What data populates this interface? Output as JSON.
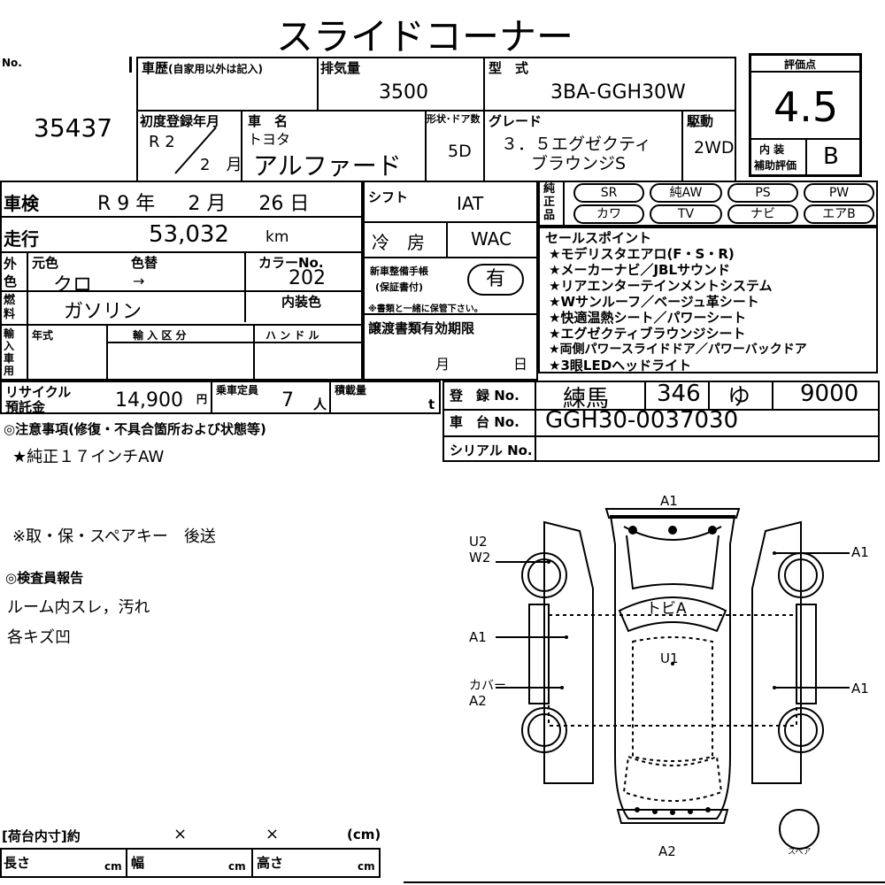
{
  "title": "スライドコーナー",
  "lot": {
    "no_label": "No.",
    "number": "35437"
  },
  "history": {
    "label": "車歴",
    "note": "(自家用以外は記入)"
  },
  "displacement": {
    "label": "排気量",
    "value": "3500"
  },
  "model": {
    "label": "型　式",
    "value": "3BA-GGH30W"
  },
  "score": {
    "label": "評価点",
    "value": "4.5",
    "interior_label_1": "内 装",
    "interior_label_2": "補助評価",
    "interior_value": "B"
  },
  "first_reg": {
    "label": "初度登録年月",
    "era_year": "R 2",
    "month": "2",
    "month_unit": "月"
  },
  "car_name": {
    "label": "車　名",
    "maker": "トヨタ",
    "name": "アルファード"
  },
  "doors": {
    "label": "形状･ドア数",
    "value": "5D"
  },
  "grade": {
    "label": "グレード",
    "line1": "３．５エグゼクティ",
    "line2": "ブラウンジS"
  },
  "drive": {
    "label": "駆動",
    "value": "2WD"
  },
  "inspection": {
    "label": "車検",
    "era": "R",
    "year": "9",
    "year_unit": "年",
    "month": "2",
    "month_unit": "月",
    "day": "26",
    "day_unit": "日"
  },
  "mileage": {
    "label": "走行",
    "value": "53,032",
    "unit": "km"
  },
  "shift": {
    "label": "シフト",
    "value": "IAT"
  },
  "ac": {
    "label": "冷　房",
    "value": "WAC"
  },
  "equipment": {
    "label": "純正品",
    "items": [
      "SR",
      "純AW",
      "PS",
      "PW",
      "カワ",
      "TV",
      "ナビ",
      "エアB"
    ]
  },
  "color": {
    "side_label": "外色",
    "orig_label": "元色",
    "change_label": "色替",
    "orig_value": "クロ",
    "change_value": "→",
    "code_label": "カラーNo.",
    "code_value": "202",
    "interior_label": "内装色"
  },
  "fuel": {
    "label": "燃料",
    "value": "ガソリン"
  },
  "new_car_warranty": {
    "label1": "新車整備手帳",
    "label2": "(保証書付)",
    "value": "有",
    "note": "※書類と一緒に保管下さい。"
  },
  "selling_points": {
    "label": "セールスポイント",
    "items": [
      "★モデリスタエアロ(F・S・R)",
      "★メーカーナビ／JBLサウンド",
      "★リアエンターテインメントシステム",
      "★Wサンルーフ／ベージュ革シート",
      "★快適温熱シート／パワーシート",
      "★エグゼクティブラウンジシート",
      "★両側パワースライドドア／パワーバックドア",
      "★3眼LEDヘッドライト"
    ]
  },
  "import": {
    "label": "輸入車用",
    "year_label": "年式",
    "class_label": "輸 入 区 分",
    "handle_label": "ハ ン ド ル"
  },
  "transfer_docs": {
    "label": "譲渡書類有効期限",
    "month": "月",
    "day": "日"
  },
  "recycle": {
    "label1": "リサイクル",
    "label2": "預託金",
    "value": "14,900",
    "unit": "円"
  },
  "capacity": {
    "label": "乗車定員",
    "value": "7",
    "unit": "人"
  },
  "load": {
    "label": "積載量",
    "unit": "t"
  },
  "registration": {
    "label": "登　録 No.",
    "area": "練馬",
    "class": "346",
    "kana": "ゆ",
    "number": "9000"
  },
  "chassis": {
    "label": "車　台 No.",
    "value": "GGH30-0037030"
  },
  "serial": {
    "label": "シリアル No."
  },
  "notes": {
    "heading": "◎注意事項(修復・不具合箇所および状態等)",
    "item1": "★純正１７インチAW",
    "item2": "※取・保・スペアキー　後送",
    "inspector_heading": "◎検査員報告",
    "inspector1": "ルーム内スレ，汚れ",
    "inspector2": "各キズ凹"
  },
  "cargo": {
    "label": "[荷台内寸]約",
    "x1": "×",
    "x2": "×",
    "unit": "(cm)",
    "length": "長さ",
    "width": "幅",
    "height": "高さ",
    "cm": "cm"
  },
  "diagram": {
    "front": "A1",
    "rear": "A2",
    "left_front": "U2",
    "left_front2": "W2",
    "left_mid": "A1",
    "left_rear1": "カバー",
    "left_rear2": "A2",
    "right_front": "A1",
    "right_rear": "A1",
    "center": "U1",
    "windshield": "トビA",
    "spare": "スペア"
  }
}
